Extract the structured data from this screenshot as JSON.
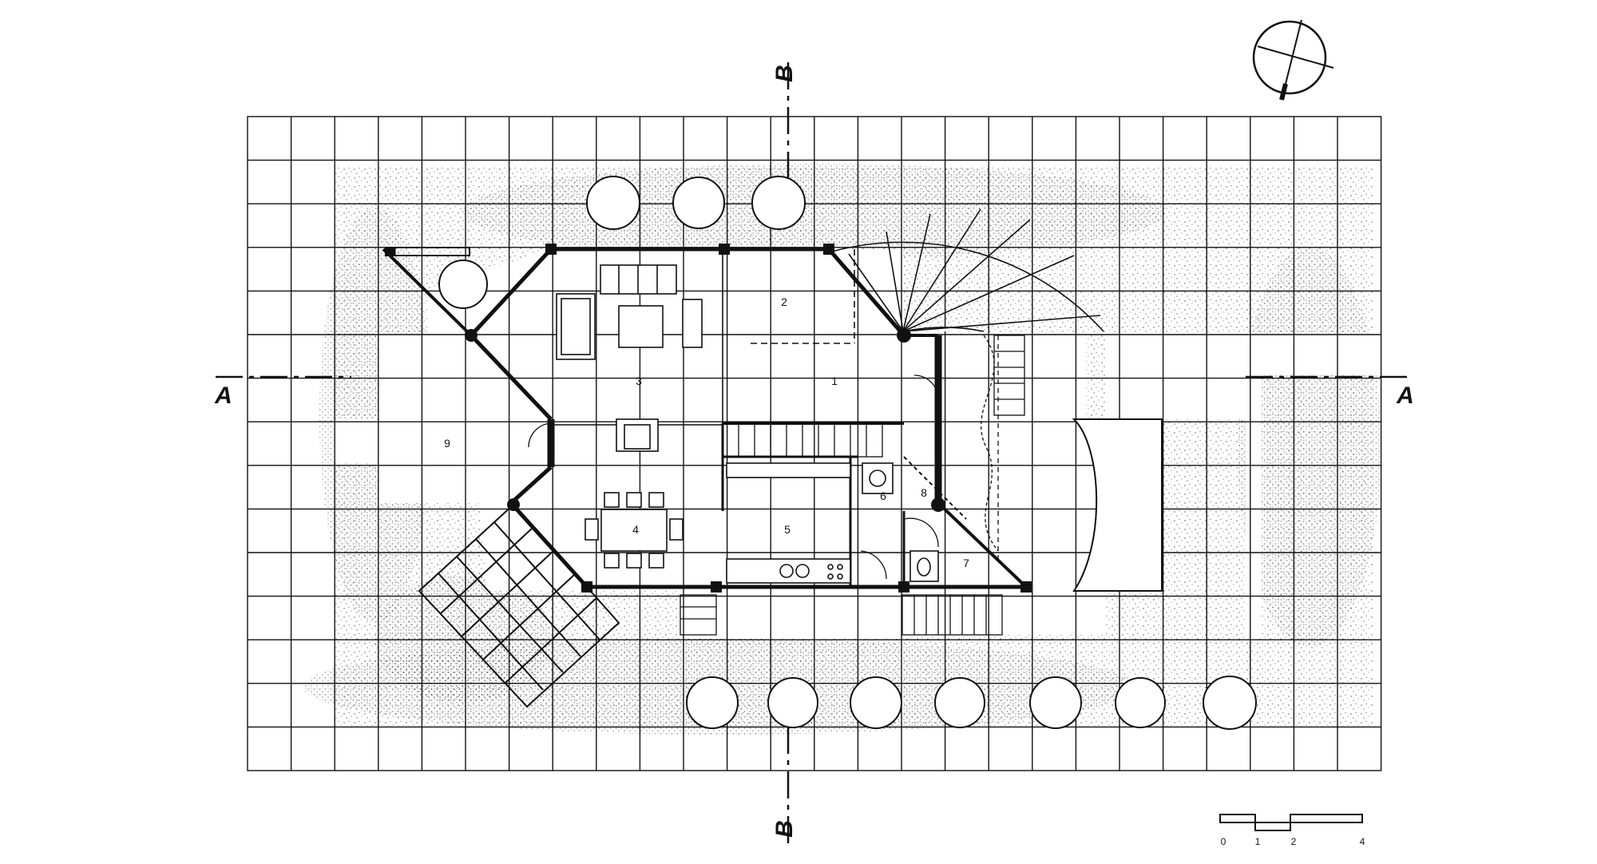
{
  "plan": {
    "rooms": [
      {
        "id": "room-1",
        "label": "1"
      },
      {
        "id": "room-2",
        "label": "2"
      },
      {
        "id": "room-3",
        "label": "3"
      },
      {
        "id": "room-4",
        "label": "4"
      },
      {
        "id": "room-5",
        "label": "5"
      },
      {
        "id": "room-6",
        "label": "6"
      },
      {
        "id": "room-7",
        "label": "7"
      },
      {
        "id": "room-8",
        "label": "8"
      },
      {
        "id": "room-9",
        "label": "9"
      }
    ],
    "sections": {
      "a_left": "A",
      "a_right": "A",
      "b_top": "B",
      "b_bottom": "B"
    },
    "scale_bar": {
      "ticks": [
        "0",
        "1",
        "2",
        "4"
      ]
    }
  },
  "colors": {
    "ink": "#111111",
    "paper": "#ffffff"
  }
}
